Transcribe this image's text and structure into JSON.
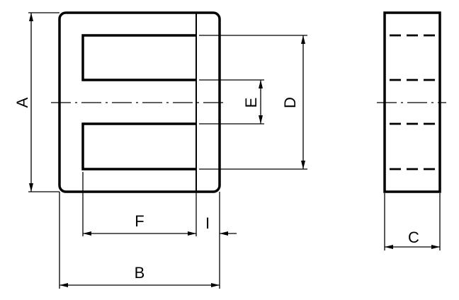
{
  "labels": {
    "A": "A",
    "B": "B",
    "C": "C",
    "D": "D",
    "E": "E",
    "F": "F",
    "I": "I"
  }
}
